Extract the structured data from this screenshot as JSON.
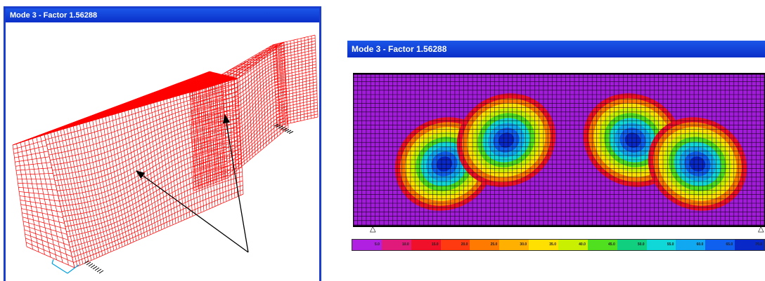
{
  "left_window": {
    "title": "Mode 3 - Factor 1.56288",
    "mesh_color": "#ff0000"
  },
  "right_window": {
    "title": "Mode 3 - Factor 1.56288",
    "legend": {
      "labels": [
        "5.0",
        "10.0",
        "15.0",
        "20.0",
        "25.0",
        "30.0",
        "35.0",
        "40.0",
        "45.0",
        "50.0",
        "55.0",
        "60.0",
        "65.0",
        "70.0"
      ],
      "colors": [
        "#b020e0",
        "#e01a7a",
        "#f0102a",
        "#ff3a10",
        "#ff7a00",
        "#ffb000",
        "#ffe000",
        "#c8f000",
        "#50e020",
        "#10d080",
        "#10d8d8",
        "#10a8f0",
        "#1060f0",
        "#0828c8"
      ]
    }
  },
  "colors": {
    "titlebar": "#0a3fd8",
    "arrow": "#000000",
    "contour_base": "#a11bd9"
  }
}
